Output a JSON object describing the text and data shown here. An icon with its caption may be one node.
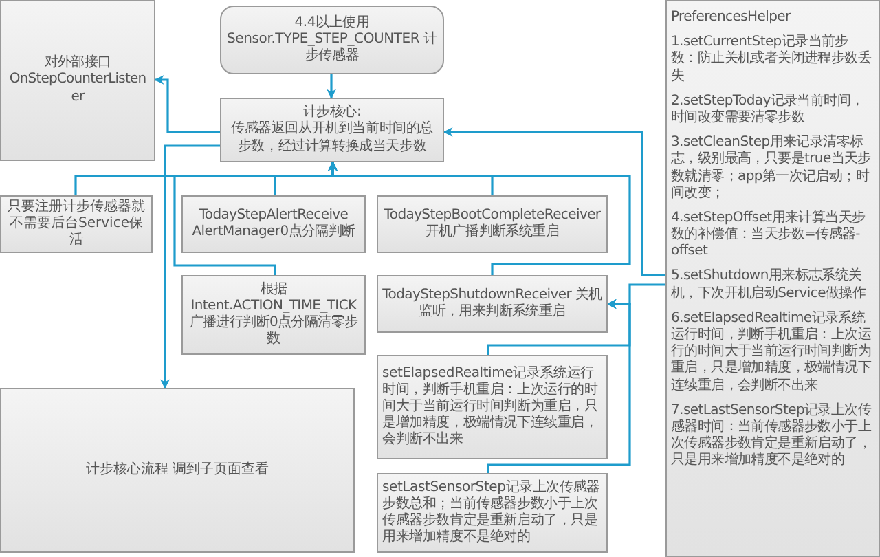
{
  "diagram": {
    "nodes": [
      {
        "text": [
          "对外部接口 OnStepCounterListener"
        ]
      },
      {
        "text": [
          "4.4以上使用 Sensor.TYPE_STEP_COUNTER 计步传感器"
        ]
      },
      {
        "text": [
          "计步核心:",
          "传感器返回从开机到当前时间的总步数，经过计算转换成当天步数"
        ]
      },
      {
        "text": [
          "只要注册计步传感器就不需要后台Service保活"
        ]
      },
      {
        "text": [
          "TodayStepAlertReceive AlertManager0点分隔判断"
        ]
      },
      {
        "text": [
          "TodayStepBootCompleteReceiver 开机广播判断系统重启"
        ]
      },
      {
        "text": [
          "根据 Intent.ACTION_TIME_TICK 广播进行判断0点分隔清零步数"
        ]
      },
      {
        "text": [
          "TodayStepShutdownReceiver 关机监听，用来判断系统重启"
        ]
      },
      {
        "text": [
          "setElapsedRealtime记录系统运行时间，判断手机重启：上次运行的时间大于当前运行时间判断为重启，只是增加精度，极端情况下连续重启，会判断不出来"
        ]
      },
      {
        "text": [
          "setLastSensorStep记录上次传感器步数总和；当前传感器步数小于上次传感器步数肯定是重新启动了，只是用来增加精度不是绝对的"
        ]
      },
      {
        "text": [
          "计步核心流程 调到子页面查看"
        ]
      },
      {
        "text": [
          "PreferencesHelper",
          "1.setCurrentStep记录当前步数：防止关机或者关闭进程步数丢失",
          "2.setStepToday记录当前时间，时间改变需要清零步数",
          "3.setCleanStep用来记录清零标志，级别最高，只要是true当天步数就清零；app第一次记启动；时间改变；",
          "4.setStepOffset用来计算当天步数的补偿值：当天步数=传感器-offset",
          "5.setShutdown用来标志系统关机，下次开机启动Service做操作",
          "6.setElapsedRealtime记录系统运行时间，判断手机重启：上次运行的时间大于当前运行时间判断为重启，只是增加精度，极端情况下连续重启，会判断不出来",
          "7.setLastSensorStep记录上次传感器时间：当前传感器步数小于上次传感器步数肯定是重新启动了，只是用来增加精度不是绝对的"
        ]
      }
    ],
    "edges": [
      {
        "from": 1,
        "to": 2,
        "arrow": "to"
      },
      {
        "from": 2,
        "to": 0,
        "arrow": "to"
      },
      {
        "from": 2,
        "to": 10,
        "arrow": "to"
      },
      {
        "from": 3,
        "to": 2,
        "arrow": "to"
      },
      {
        "from": 4,
        "to": 2,
        "arrow": "to"
      },
      {
        "from": 6,
        "to": 2,
        "arrow": "to"
      },
      {
        "from": 5,
        "to": 2,
        "arrow": "to"
      },
      {
        "from": 7,
        "to": 2,
        "arrow": "to"
      },
      {
        "from": 8,
        "to": 7,
        "arrow": "to"
      },
      {
        "from": 9,
        "to": 7,
        "arrow": "to"
      },
      {
        "from": 11,
        "to": 2,
        "arrow": "to"
      },
      {
        "from": 11,
        "to": 7,
        "arrow": "to"
      }
    ]
  }
}
